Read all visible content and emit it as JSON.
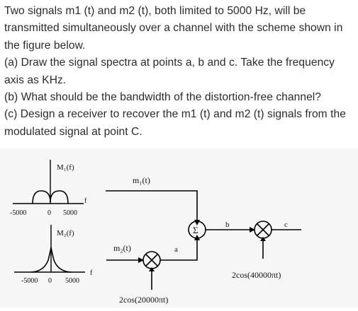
{
  "question": {
    "lines": [
      "Two signals m1 (t) and m2 (t), both limited to 5000 Hz, will be",
      "transmitted simultaneously over a channel with the scheme shown in",
      "the figure below.",
      "(a) Draw the signal spectra at points a, b and c. Take the frequency",
      "axis as KHz.",
      "(b) What should be the bandwidth of the distortion-free channel?",
      "(c) Design a receiver to recover the m1 (t) and m2 (t) signals from the",
      "modulated signal at point C."
    ]
  },
  "spectrum1": {
    "label": "M₁(f)",
    "freq_axis": "f",
    "ticks": [
      "-5000",
      "0",
      "5000"
    ]
  },
  "spectrum2": {
    "label": "M₂(f)",
    "freq_axis": "f",
    "ticks": [
      "-5000",
      "0",
      "5000"
    ]
  },
  "block_diagram": {
    "m1_label": "m₁(t)",
    "m2_label": "m₂(t)",
    "sum_symbol": "Σ",
    "multiplier_symbol": "×",
    "point_a": "a",
    "point_b": "b",
    "point_c": "c",
    "carrier1_label": "2cos(20000πt)",
    "carrier2_label": "2cos(40000πt)"
  }
}
